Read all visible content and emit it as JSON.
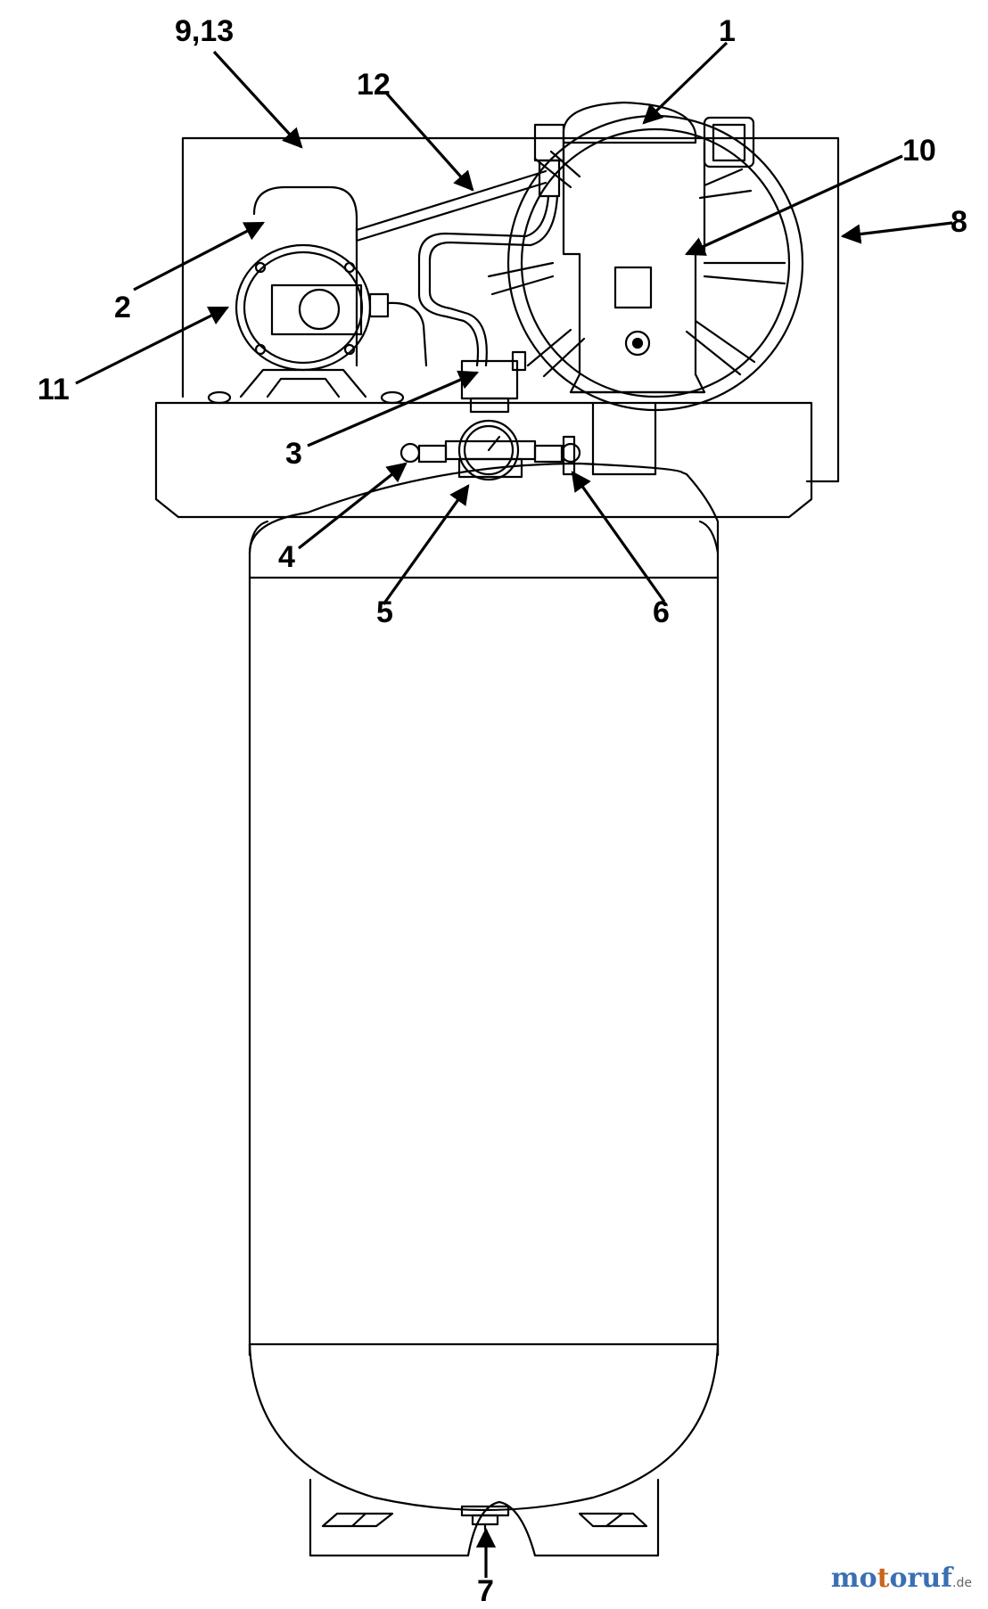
{
  "labels": {
    "l1": "1",
    "l2": "2",
    "l3": "3",
    "l4": "4",
    "l5": "5",
    "l6": "6",
    "l7": "7",
    "l8": "8",
    "l9_13": "9,13",
    "l10": "10",
    "l11": "11",
    "l12": "12"
  },
  "watermark": {
    "part1": "mo",
    "part2": "t",
    "part3": "oruf",
    "suffix": ".de"
  }
}
